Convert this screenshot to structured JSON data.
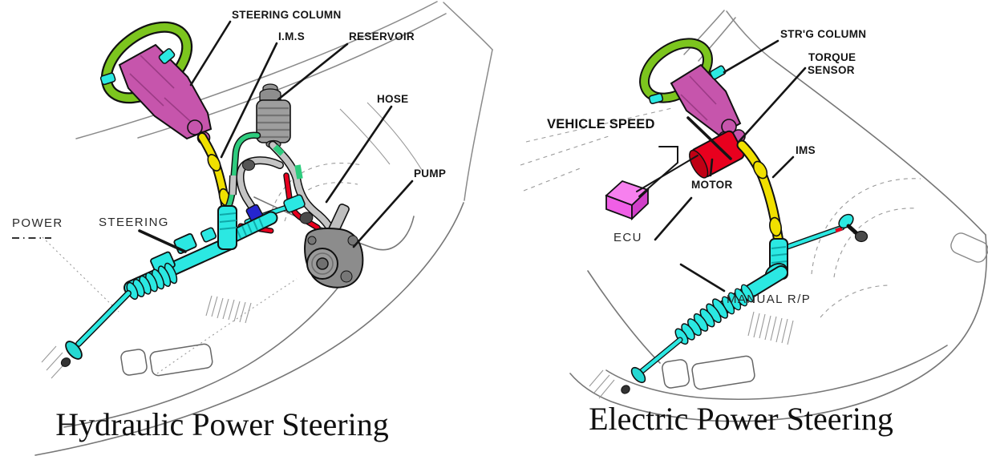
{
  "diagrams": {
    "hydraulic": {
      "caption": "Hydraulic Power Steering",
      "labels": {
        "steering_column": "STEERING COLUMN",
        "ims": "I.M.S",
        "reservoir": "RESERVOIR",
        "hose": "HOSE",
        "pump": "PUMP",
        "power": "POWER",
        "steering": "STEERING"
      }
    },
    "electric": {
      "caption": "Electric Power Steering",
      "labels": {
        "strg_column": "STR'G COLUMN",
        "torque_sensor_line1": "TORQUE",
        "torque_sensor_line2": "SENSOR",
        "vehicle_speed": "VEHICLE SPEED",
        "motor": "MOTOR",
        "ims": "IMS",
        "ecu": "ECU",
        "manual_rp": "MANUAL R/P"
      }
    }
  },
  "colors": {
    "steering_wheel_green": "#7CC51E",
    "column_magenta": "#C655AC",
    "shaft_yellow": "#F0E000",
    "rack_cyan": "#2BE8E2",
    "hose_green": "#2ECC7E",
    "hose_gray": "#C4C4C4",
    "pressure_red": "#E8001E",
    "fitting_blue": "#2525CF",
    "reservoir_gray": "#9E9E9E",
    "pump_gray": "#8C8C8C",
    "ecu_pink": "#F05FE6",
    "motor_red": "#E8001E",
    "ink": "#111111",
    "sketch_gray": "#8A8A8A"
  }
}
